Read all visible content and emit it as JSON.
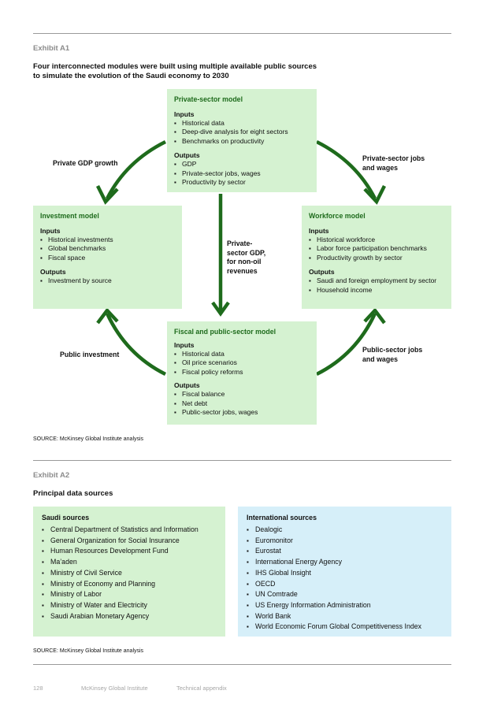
{
  "exhibit_a1": {
    "label": "Exhibit A1",
    "title_line1": "Four interconnected modules were built using multiple available public sources",
    "title_line2": "to simulate the evolution of the Saudi economy to 2030",
    "private": {
      "title": "Private-sector model",
      "inputs_label": "Inputs",
      "inputs": [
        "Historical data",
        "Deep-dive analysis for eight sectors",
        "Benchmarks on productivity"
      ],
      "outputs_label": "Outputs",
      "outputs": [
        "GDP",
        "Private-sector jobs, wages",
        "Productivity by sector"
      ]
    },
    "investment": {
      "title": "Investment model",
      "inputs_label": "Inputs",
      "inputs": [
        "Historical investments",
        "Global benchmarks",
        "Fiscal space"
      ],
      "outputs_label": "Outputs",
      "outputs": [
        "Investment by source"
      ]
    },
    "workforce": {
      "title": "Workforce model",
      "inputs_label": "Inputs",
      "inputs": [
        "Historical workforce",
        "Labor force participation benchmarks",
        "Productivity growth by sector"
      ],
      "outputs_label": "Outputs",
      "outputs": [
        "Saudi and foreign employment by sector",
        "Household income"
      ]
    },
    "fiscal": {
      "title": "Fiscal and public-sector model",
      "inputs_label": "Inputs",
      "inputs": [
        "Historical data",
        "Oil price scenarios",
        "Fiscal policy reforms"
      ],
      "outputs_label": "Outputs",
      "outputs": [
        "Fiscal balance",
        "Net debt",
        "Public-sector jobs, wages"
      ]
    },
    "labels": {
      "private_gdp_growth": "Private GDP growth",
      "private_jobs_1": "Private-sector jobs",
      "private_jobs_2": "and wages",
      "center_1": "Private-",
      "center_2": "sector GDP,",
      "center_3": "for non-oil",
      "center_4": "revenues",
      "public_investment": "Public investment",
      "public_jobs_1": "Public-sector jobs",
      "public_jobs_2": "and wages"
    },
    "source": "SOURCE:  McKinsey Global Institute analysis"
  },
  "exhibit_a2": {
    "label": "Exhibit A2",
    "title": "Principal data sources",
    "saudi": {
      "title": "Saudi sources",
      "items": [
        "Central Department of Statistics and Information",
        "General Organization for Social Insurance",
        "Human Resources Development Fund",
        "Ma’aden",
        "Ministry of Civil Service",
        "Ministry of Economy and Planning",
        "Ministry of Labor",
        "Ministry of Water and Electricity",
        "Saudi Arabian Monetary Agency"
      ]
    },
    "international": {
      "title": "International sources",
      "items": [
        "Dealogic",
        "Euromonitor",
        "Eurostat",
        "International Energy Agency",
        "IHS Global Insight",
        "OECD",
        "UN Comtrade",
        "US Energy Information Administration",
        "World Bank",
        "World Economic Forum Global Competitiveness Index"
      ]
    },
    "source": "SOURCE:  McKinsey Global Institute analysis"
  },
  "footer": {
    "page": "128",
    "publisher": "McKinsey Global Institute",
    "section": "Technical appendix"
  },
  "colors": {
    "arrow": "#1e6b1c",
    "green_box": "#d5f2d1",
    "blue_box": "#d6eff9"
  }
}
